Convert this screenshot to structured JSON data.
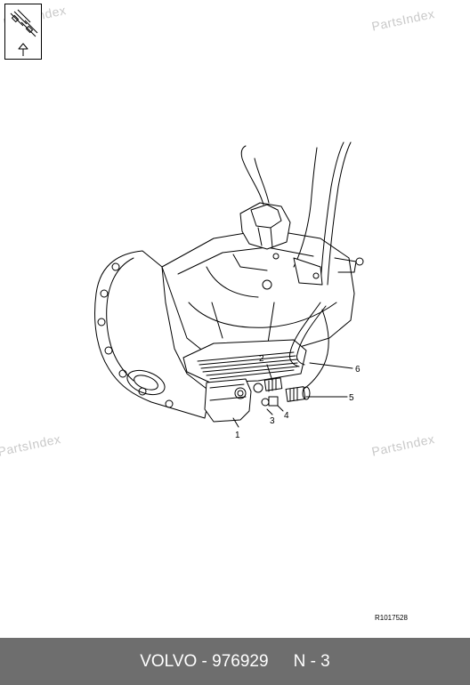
{
  "watermark": {
    "text": "PartsIndex"
  },
  "callouts": [
    "1",
    "2",
    "3",
    "4",
    "5",
    "6"
  ],
  "reference_code": "R1017528",
  "footer": {
    "part_label": "VOLVO - 976929",
    "section": "N - 3"
  },
  "colors": {
    "footer_bg": "#6e6e6e",
    "watermark": "#c9c9c9",
    "line": "#000000"
  }
}
